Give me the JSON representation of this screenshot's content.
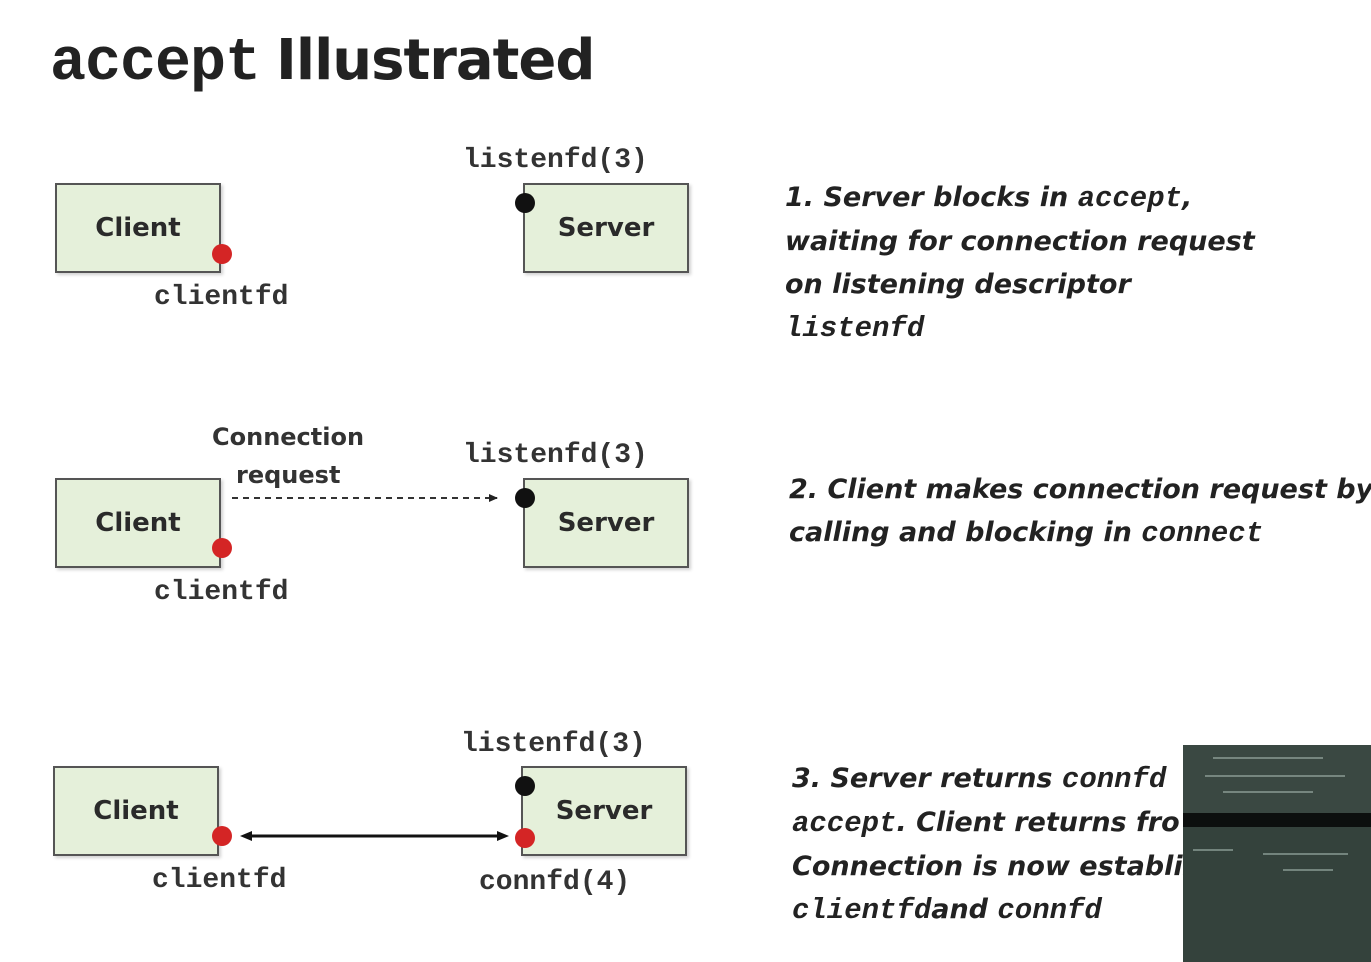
{
  "title": {
    "code": "accept",
    "text": "Illustrated"
  },
  "steps": [
    {
      "client_label": "Client",
      "server_label": "Server",
      "client_fd": "clientfd",
      "listen_fd": "listenfd(3)",
      "description": [
        [
          "1. Server blocks in ",
          {
            "m": "accept"
          },
          ","
        ],
        [
          "waiting for connection request"
        ],
        [
          "on listening descriptor"
        ],
        [
          {
            "m": "listenfd"
          }
        ]
      ]
    },
    {
      "client_label": "Client",
      "server_label": "Server",
      "client_fd": "clientfd",
      "listen_fd": "listenfd(3)",
      "arrow_label_1": "Connection",
      "arrow_label_2": "request",
      "description": [
        [
          "2. Client makes connection request by"
        ],
        [
          "calling and blocking in ",
          {
            "m": "connect"
          }
        ]
      ]
    },
    {
      "client_label": "Client",
      "server_label": "Server",
      "client_fd": "clientfd",
      "listen_fd": "listenfd(3)",
      "conn_fd": "connfd(4)",
      "description": [
        [
          "3. Server returns ",
          {
            "m": "connfd"
          }
        ],
        [
          {
            "m": "accept"
          },
          ". Client returns fro"
        ],
        [
          "Connection is now establis"
        ],
        [
          {
            "m": "clientfd"
          },
          "and ",
          {
            "m": "connfd"
          }
        ]
      ]
    }
  ],
  "colors": {
    "box_fill": "#e5f0da",
    "client_dot": "#d42525",
    "server_dot": "#111111"
  }
}
